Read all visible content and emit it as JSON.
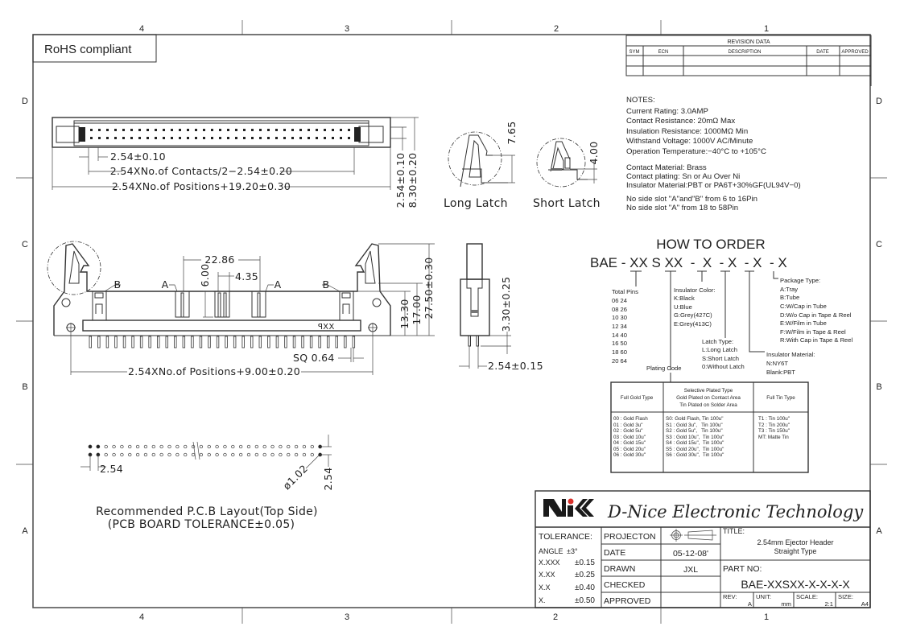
{
  "sheet": {
    "columns": [
      "4",
      "3",
      "2",
      "1"
    ],
    "rows": [
      "D",
      "C",
      "B",
      "A"
    ]
  },
  "rohs_label": "RoHS compliant",
  "revision_table": {
    "title": "REVISION DATA",
    "headers": [
      "SYM",
      "ECN",
      "DESCRIPTION",
      "DATE",
      "APPROVED"
    ]
  },
  "notes": {
    "title": "NOTES:",
    "lines": [
      "Current  Rating: 3.0AMP",
      "Contact  Resistance: 20mΩ  Max",
      "Insulation  Resistance: 1000MΩ  Min",
      "Withstand  Voltage: 1000V  AC/Minute",
      "Operation  Temperature:−40°C  to  +105°C",
      "Contact  Material: Brass",
      "Contact  plating: Sn  or  Au  Over  Ni",
      "Insulator  Material:PBT  or  PA6T+30%GF(UL94V−0)",
      "No  side  slot  \"A\"and\"B\"  from  6  to  16Pin",
      "No  side  slot  \"A\"  from  18  to  58Pin"
    ]
  },
  "top_view": {
    "pitch_dim": "2.54±0.10",
    "contacts_dim": "2.54XNo.of  Contacts/2−2.54±0.20",
    "length_dim": "2.54XNo.of  Positions+19.20±0.30",
    "row_pitch_dim": "2.54±0.10",
    "width_dim": "8.30±0.20"
  },
  "latches": {
    "long_label": "Long  Latch",
    "long_dim": "7.65",
    "short_label": "Short  Latch",
    "short_dim": "4.00"
  },
  "front_view": {
    "slot_spacing_dim": "22.86",
    "slot_height_dim": "6.00",
    "slot_width_dim": "4.35",
    "slot_a": "A",
    "slot_b": "B",
    "marking": "XXP",
    "h1_dim": "13.30",
    "h2_dim": "17.00",
    "h3_dim": "27.50±0.30",
    "pin_sq_dim": "SQ  0.64",
    "length_dim": "2.54XNo.of  Positions+9.00±0.20"
  },
  "side_view": {
    "tail_dim": "3.30±0.25",
    "pitch_dim": "2.54±0.15"
  },
  "pcb_layout": {
    "pitch_dim": "2.54",
    "hole_dim": "ø1.02",
    "row_pitch_dim": "2.54",
    "caption_1": "Recommended  P.C.B  Layout(Top  Side)",
    "caption_2": "(PCB  BOARD  TOLERANCE±0.05)"
  },
  "how_to_order": {
    "title": "HOW TO ORDER",
    "code": "BAE - XX S XX  -  X  - X  - X  - X",
    "total_pins": {
      "label": "Total Pins",
      "values": [
        "06  24",
        "08  26",
        "10  30",
        "12  34",
        "14  40",
        "16  50",
        "18  60",
        "20  64"
      ]
    },
    "insulator_color": {
      "label": "Insulator Color:",
      "values": [
        "K:Black",
        "U:Blue",
        "G:Grey(427C)",
        "E:Grey(413C)"
      ]
    },
    "latch_type": {
      "label": "Latch Type:",
      "values": [
        "L:Long Latch",
        "S:Short Latch",
        "0:Without Latch"
      ]
    },
    "insulator_material": {
      "label": "Insulator Material:",
      "values": [
        "N:NY6T",
        "Blank:PBT"
      ]
    },
    "package_type": {
      "label": "Package Type:",
      "values": [
        "A:Tray",
        "B:Tube",
        "C:W/Cap in Tube",
        "D:W/o Cap in Tape & Reel",
        "E:W/Film in Tube",
        "F:W/Film in Tape & Reel",
        "R:With Cap in Tape & Reel"
      ]
    },
    "plating_code_label": "Plating Code"
  },
  "plating_table": {
    "headers": {
      "full_gold": "Full Gold Type",
      "selective": [
        "Selective Plated Type",
        "Gold Plated on Contact Area",
        "Tin Plated on Solder Area"
      ],
      "full_tin": "Full Tin Type"
    },
    "full_gold": [
      "00 : Gold Flash",
      "01 : Gold 3u\"",
      "02 : Gold 5u\"",
      "03 : Gold 10u\"",
      "04 : Gold 15u\"",
      "05 : Gold 20u\"",
      "06 : Gold 30u\""
    ],
    "selective": [
      "S0: Gold Flash, Tin 100u\"",
      "S1 : Gold 3u\",   Tin 100u\"",
      "S2 : Gold 5u\",   Tin 100u\"",
      "S3 : Gold 10u\",  Tin 100u\"",
      "S4 : Gold 15u\",  Tin 100u\"",
      "S5 : Gold 20u\",  Tin 100u\"",
      "S6 : Gold 30u\",  Tin 100u\""
    ],
    "full_tin": [
      "T1 : Tin 100u\"",
      "T2 : Tin 200u\"",
      "T3 : Tin 150u\"",
      "MT: Matte Tin"
    ]
  },
  "title_block": {
    "company": "D-Nice Electronic Technology",
    "logo_accent": "#d9302a",
    "tolerance": {
      "label": "TOLERANCE:",
      "lines": [
        [
          "ANGLE",
          "±3°"
        ],
        [
          "X.XXX",
          "±0.15"
        ],
        [
          "X.XX",
          "±0.25"
        ],
        [
          "X.X",
          "±0.40"
        ],
        [
          "X.",
          "±0.50"
        ]
      ]
    },
    "labels": [
      "PROJECTON",
      "DATE",
      "DRAWN",
      "CHECKED",
      "APPROVED"
    ],
    "date": "05-12-08'",
    "drawn": "JXL",
    "title_label": "TITLE:",
    "title_1": "2.54mm Ejector Header",
    "title_2": "Straight Type",
    "part_no_label": "PART  NO:",
    "part_no": "BAE-XXSXX-X-X-X-X",
    "rev_label": "REV:",
    "rev": "A",
    "unit_label": "UNIT:",
    "unit": "mm",
    "scale_label": "SCALE:",
    "scale": "2:1",
    "size_label": "SIZE:",
    "size": "A4"
  }
}
